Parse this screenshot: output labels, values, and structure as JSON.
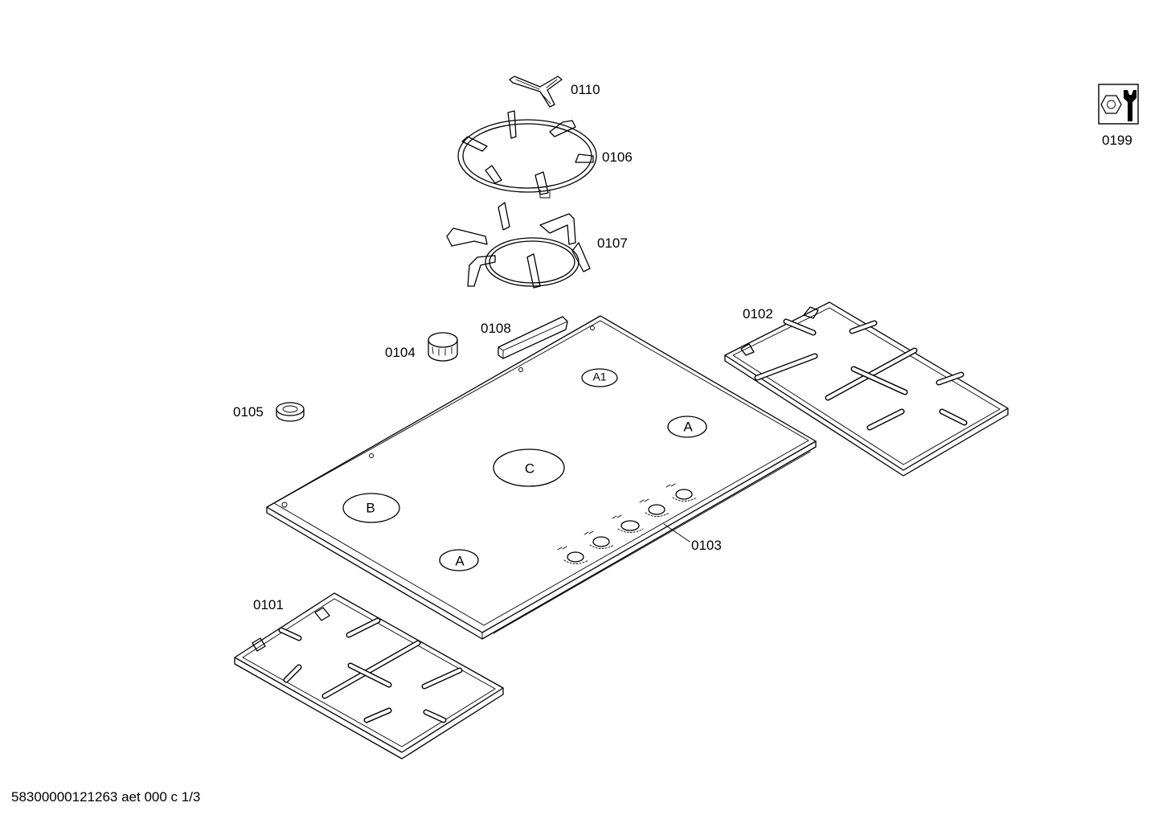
{
  "parts": {
    "p0110": "0110",
    "p0106": "0106",
    "p0107": "0107",
    "p0108": "0108",
    "p0104": "0104",
    "p0105": "0105",
    "p0102": "0102",
    "p0103": "0103",
    "p0101": "0101",
    "p0199": "0199"
  },
  "zones": {
    "a1": "A1",
    "a_right": "A",
    "c": "C",
    "b": "B",
    "a_front": "A"
  },
  "tool_icon": "nut-and-wrench-icon",
  "footer": "58300000121263 aet 000 c 1/3"
}
